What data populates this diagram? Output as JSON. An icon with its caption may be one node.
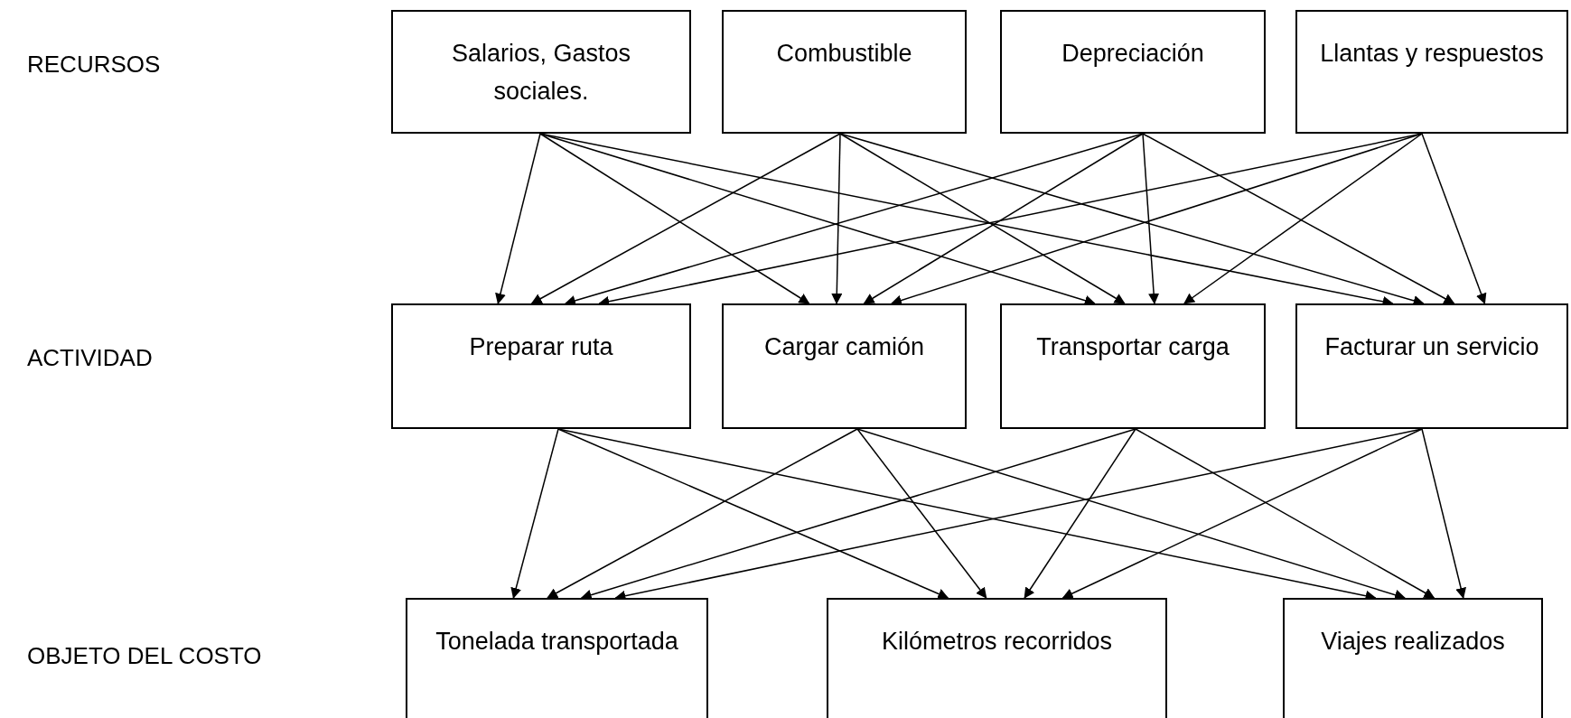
{
  "diagram": {
    "nodes": [
      {
        "text": [
          "Salarios, Gastos sociales."
        ]
      },
      {
        "text": [
          "Combustible"
        ]
      },
      {
        "text": [
          "Depreciación"
        ]
      },
      {
        "text": [
          "Llantas y respuestos"
        ]
      },
      {
        "text": [
          "Preparar ruta"
        ]
      },
      {
        "text": [
          "Cargar camión"
        ]
      },
      {
        "text": [
          "Transportar carga"
        ]
      },
      {
        "text": [
          "Facturar un servicio"
        ]
      },
      {
        "text": [
          "Tonelada transportada"
        ]
      },
      {
        "text": [
          "Kilómetros recorridos"
        ]
      },
      {
        "text": [
          "Viajes realizados"
        ]
      }
    ],
    "edges": [
      {
        "from": 0,
        "to": 4,
        "arrow": "to"
      },
      {
        "from": 0,
        "to": 5,
        "arrow": "to"
      },
      {
        "from": 0,
        "to": 6,
        "arrow": "to"
      },
      {
        "from": 0,
        "to": 7,
        "arrow": "to"
      },
      {
        "from": 1,
        "to": 4,
        "arrow": "to"
      },
      {
        "from": 1,
        "to": 5,
        "arrow": "to"
      },
      {
        "from": 1,
        "to": 6,
        "arrow": "to"
      },
      {
        "from": 1,
        "to": 7,
        "arrow": "to"
      },
      {
        "from": 2,
        "to": 4,
        "arrow": "to"
      },
      {
        "from": 2,
        "to": 5,
        "arrow": "to"
      },
      {
        "from": 2,
        "to": 6,
        "arrow": "to"
      },
      {
        "from": 2,
        "to": 7,
        "arrow": "to"
      },
      {
        "from": 3,
        "to": 4,
        "arrow": "to"
      },
      {
        "from": 3,
        "to": 5,
        "arrow": "to"
      },
      {
        "from": 3,
        "to": 6,
        "arrow": "to"
      },
      {
        "from": 3,
        "to": 7,
        "arrow": "to"
      },
      {
        "from": 4,
        "to": 8,
        "arrow": "to"
      },
      {
        "from": 4,
        "to": 9,
        "arrow": "to"
      },
      {
        "from": 4,
        "to": 10,
        "arrow": "to"
      },
      {
        "from": 5,
        "to": 8,
        "arrow": "to"
      },
      {
        "from": 5,
        "to": 9,
        "arrow": "to"
      },
      {
        "from": 5,
        "to": 10,
        "arrow": "to"
      },
      {
        "from": 6,
        "to": 8,
        "arrow": "to"
      },
      {
        "from": 6,
        "to": 9,
        "arrow": "to"
      },
      {
        "from": 6,
        "to": 10,
        "arrow": "to"
      },
      {
        "from": 7,
        "to": 8,
        "arrow": "to"
      },
      {
        "from": 7,
        "to": 9,
        "arrow": "to"
      },
      {
        "from": 7,
        "to": 10,
        "arrow": "to"
      }
    ],
    "labels": [
      "RECURSOS",
      "ACTIVIDAD",
      "OBJETO DEL COSTO"
    ]
  }
}
